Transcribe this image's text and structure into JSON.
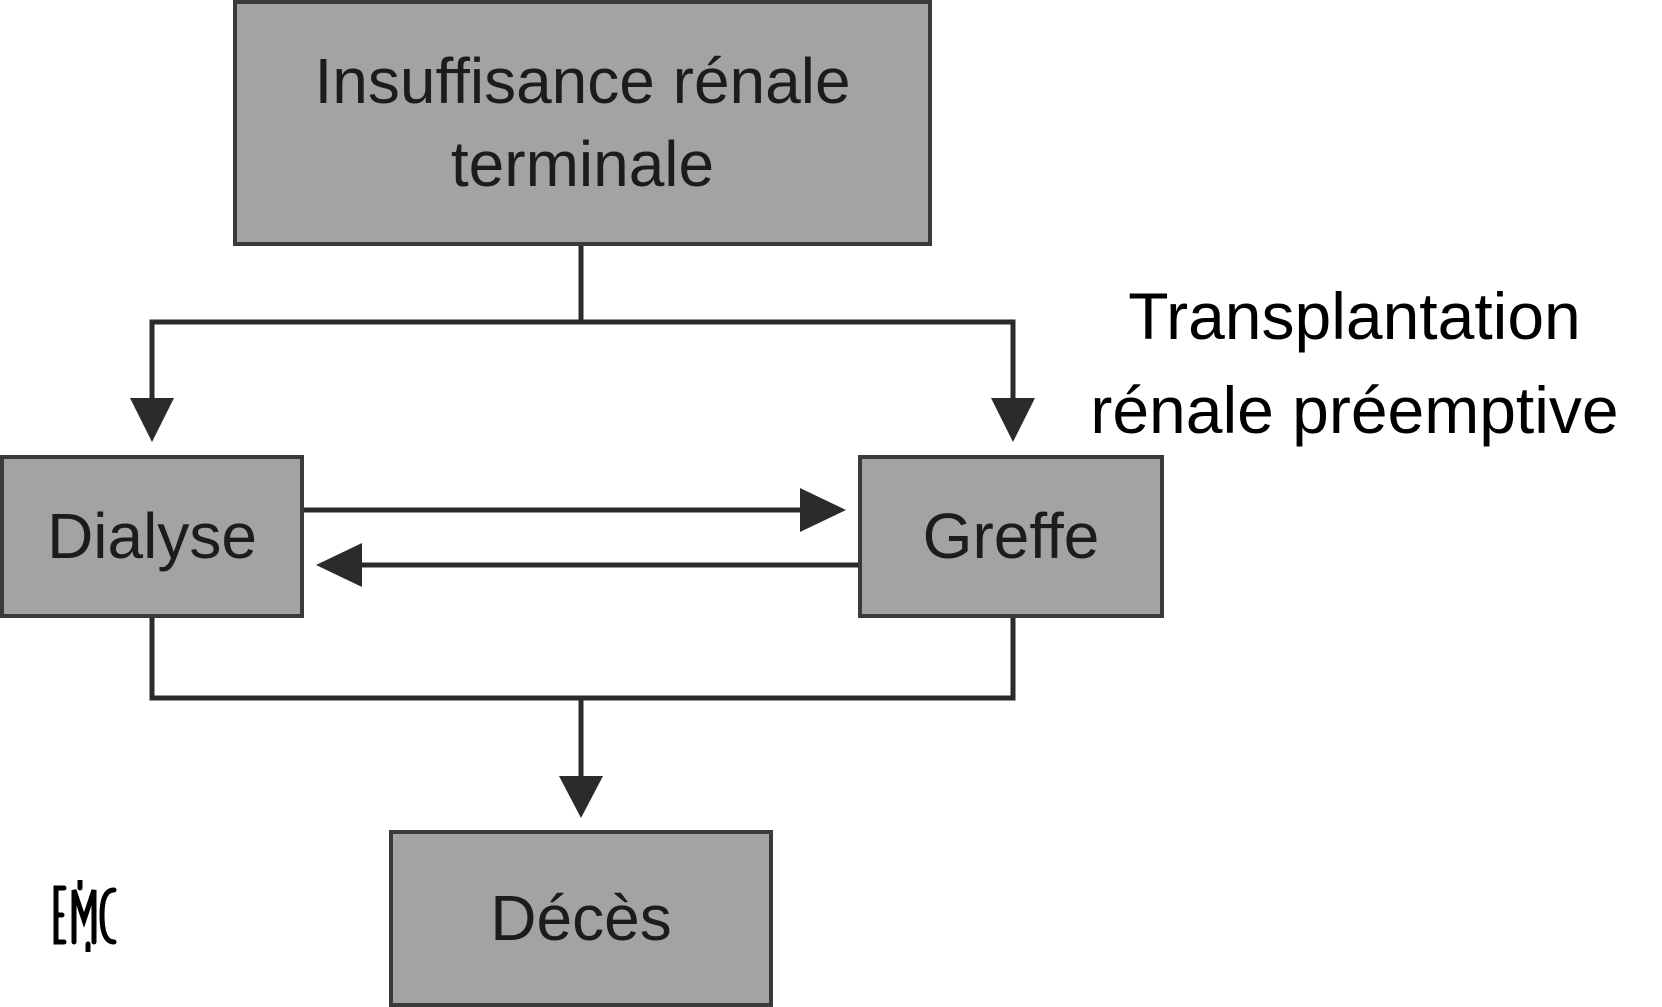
{
  "colors": {
    "box_fill": "#a3a3a3",
    "line": "#2b2b2b",
    "text": "#1c1c1c"
  },
  "nodes": {
    "irt": {
      "line1": "Insuffisance rénale",
      "line2": "terminale"
    },
    "dialyse": {
      "label": "Dialyse"
    },
    "greffe": {
      "label": "Greffe"
    },
    "deces": {
      "label": "Décès"
    }
  },
  "annotation": {
    "line1": "Transplantation",
    "line2": "rénale préemptive"
  },
  "logo": {
    "text": "EMC"
  }
}
